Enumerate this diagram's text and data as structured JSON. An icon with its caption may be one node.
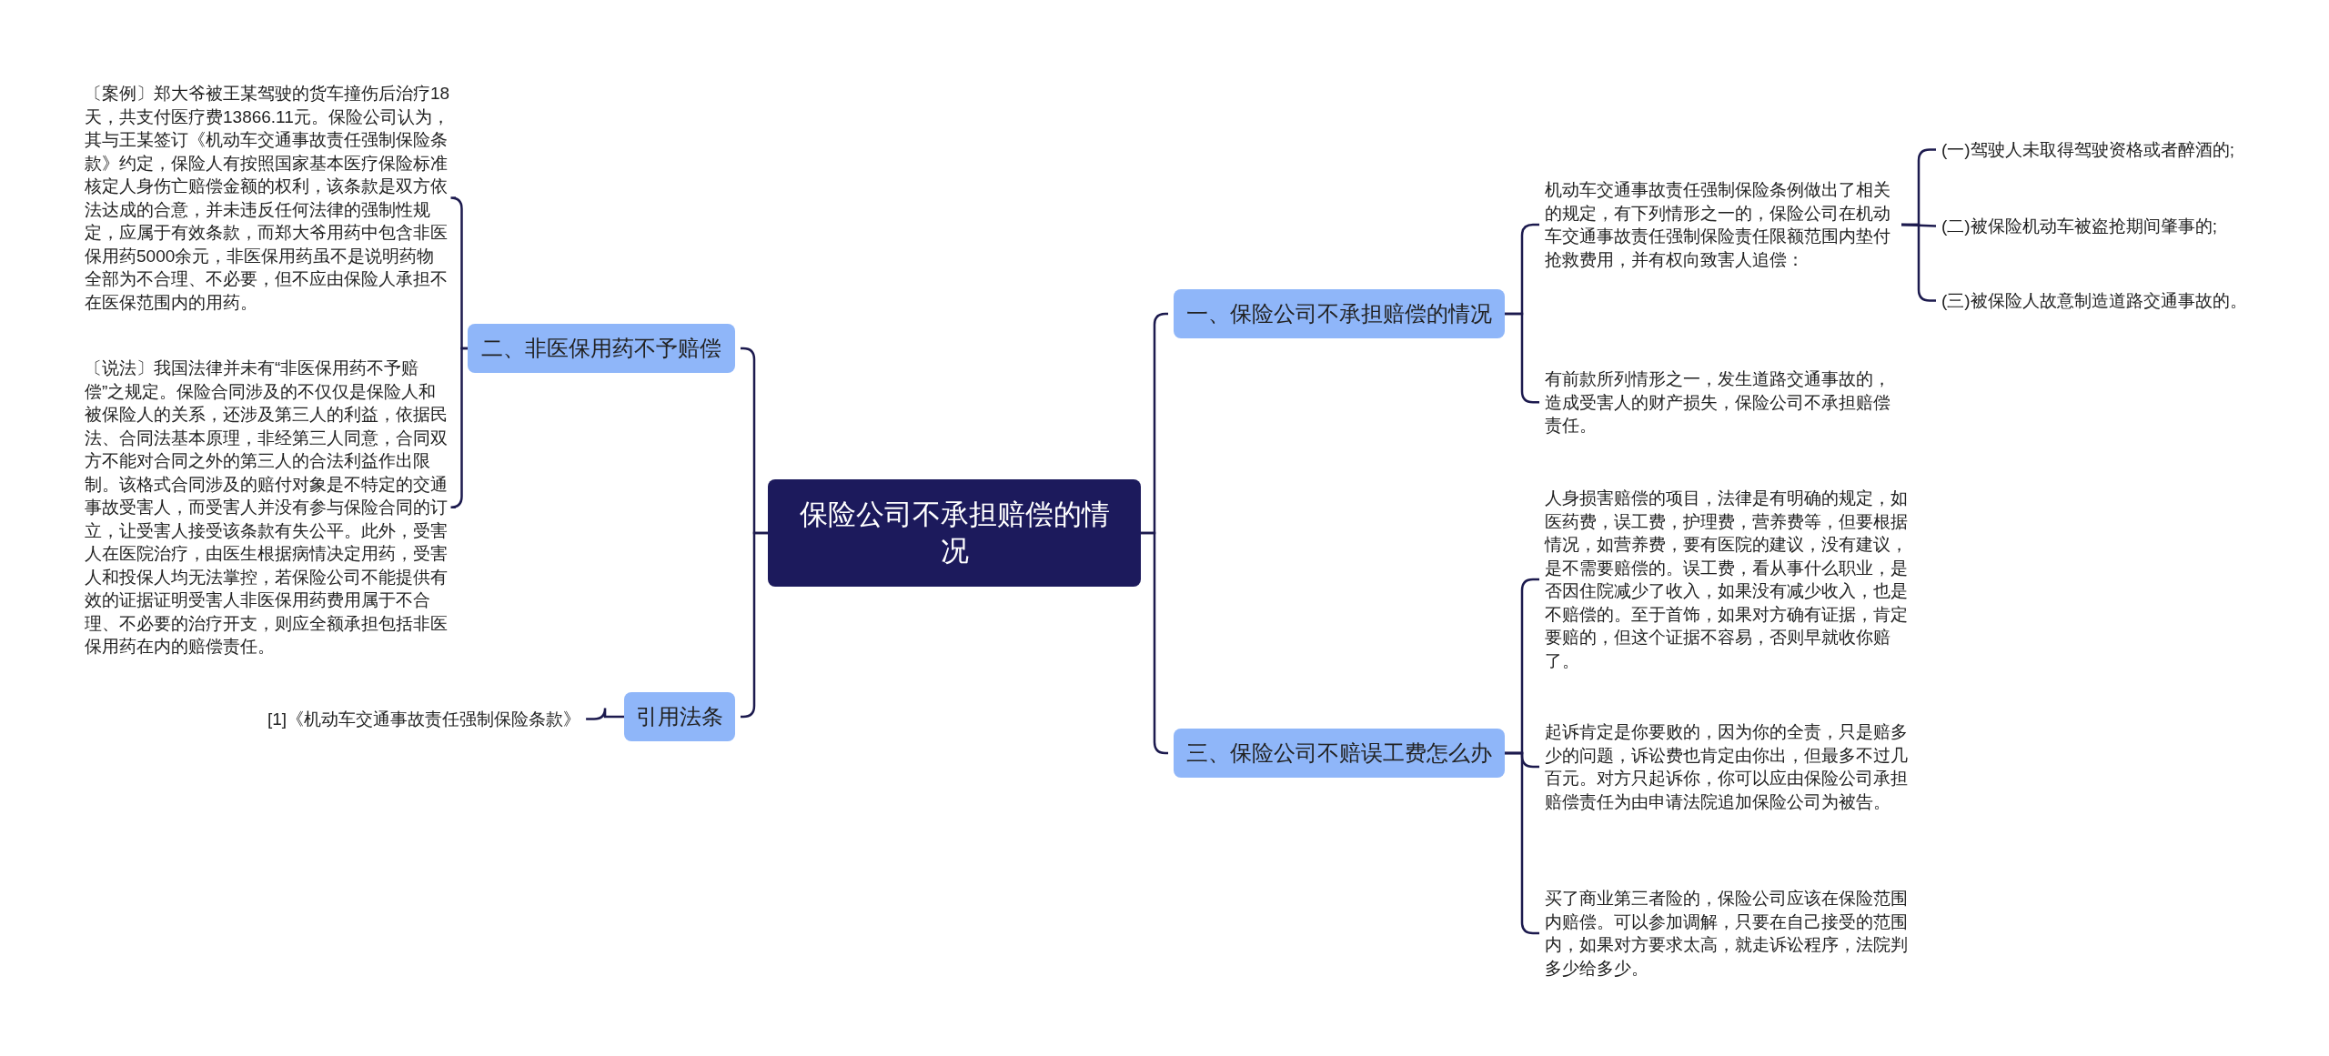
{
  "diagram": {
    "nodes": [
      {
        "text": [
          "保险公司不承担赔偿的情况"
        ]
      },
      {
        "text": [
          "一、保险公司不承担赔偿的情况"
        ]
      },
      {
        "text": [
          "机动车交通事故责任强制保险条例做出了相关的规定，有下列情形之一的，保险公司在机动车交通事故责任强制保险责任限额范围内垫付抢救费用，并有权向致害人追偿："
        ]
      },
      {
        "text": [
          "(一)驾驶人未取得驾驶资格或者醉酒的;"
        ]
      },
      {
        "text": [
          "(二)被保险机动车被盗抢期间肇事的;"
        ]
      },
      {
        "text": [
          "(三)被保险人故意制造道路交通事故的。"
        ]
      },
      {
        "text": [
          "有前款所列情形之一，发生道路交通事故的，造成受害人的财产损失，保险公司不承担赔偿责任。"
        ]
      },
      {
        "text": [
          "三、保险公司不赔误工费怎么办"
        ]
      },
      {
        "text": [
          "人身损害赔偿的项目，法律是有明确的规定，如医药费，误工费，护理费，营养费等，但要根据情况，如营养费，要有医院的建议，没有建议，是不需要赔偿的。误工费，看从事什么职业，是否因住院减少了收入，如果没有减少收入，也是不赔偿的。至于首饰，如果对方确有证据，肯定要赔的，但这个证据不容易，否则早就收你赔了。"
        ]
      },
      {
        "text": [
          "起诉肯定是你要败的，因为你的全责，只是赔多少的问题，诉讼费也肯定由你出，但最多不过几百元。对方只起诉你，你可以应由保险公司承担赔偿责任为由申请法院追加保险公司为被告。"
        ]
      },
      {
        "text": [
          "买了商业第三者险的，保险公司应该在保险范围内赔偿。可以参加调解，只要在自己接受的范围内，如果对方要求太高，就走诉讼程序，法院判多少给多少。"
        ]
      },
      {
        "text": [
          "二、非医保用药不予赔偿"
        ]
      },
      {
        "text": [
          "〔案例〕郑大爷被王某驾驶的货车撞伤后治疗18天，共支付医疗费13866.11元。保险公司认为，其与王某签订《机动车交通事故责任强制保险条款》约定，保险人有按照国家基本医疗保险标准核定人身伤亡赔偿金额的权利，该条款是双方依法达成的合意，并未违反任何法律的强制性规定，应属于有效条款，而郑大爷用药中包含非医保用药5000余元，非医保用药虽不是说明药物全部为不合理、不必要，但不应由保险人承担不在医保范围内的用药。"
        ]
      },
      {
        "text": [
          "〔说法〕我国法律并未有“非医保用药不予赔偿”之规定。保险合同涉及的不仅仅是保险人和被保险人的关系，还涉及第三人的利益，依据民法、合同法基本原理，非经第三人同意，合同双方不能对合同之外的第三人的合法利益作出限制。该格式合同涉及的赔付对象是不特定的交通事故受害人，而受害人并没有参与保险合同的订立，让受害人接受该条款有失公平。此外，受害人在医院治疗，由医生根据病情决定用药，受害人和投保人均无法掌控，若保险公司不能提供有效的证据证明受害人非医保用药费用属于不合理、不必要的治疗开支，则应全额承担包括非医保用药在内的赔偿责任。"
        ]
      },
      {
        "text": [
          "引用法条"
        ]
      },
      {
        "text": [
          "[1]《机动车交通事故责任强制保险条款》"
        ]
      }
    ],
    "edges": [
      {
        "from": 0,
        "to": 1,
        "arrow": "none"
      },
      {
        "from": 0,
        "to": 7,
        "arrow": "none"
      },
      {
        "from": 0,
        "to": 11,
        "arrow": "none"
      },
      {
        "from": 0,
        "to": 14,
        "arrow": "none"
      },
      {
        "from": 1,
        "to": 2,
        "arrow": "none"
      },
      {
        "from": 1,
        "to": 6,
        "arrow": "none"
      },
      {
        "from": 2,
        "to": 3,
        "arrow": "none"
      },
      {
        "from": 2,
        "to": 4,
        "arrow": "none"
      },
      {
        "from": 2,
        "to": 5,
        "arrow": "none"
      },
      {
        "from": 7,
        "to": 8,
        "arrow": "none"
      },
      {
        "from": 7,
        "to": 9,
        "arrow": "none"
      },
      {
        "from": 7,
        "to": 10,
        "arrow": "none"
      },
      {
        "from": 11,
        "to": 12,
        "arrow": "none"
      },
      {
        "from": 11,
        "to": 13,
        "arrow": "none"
      },
      {
        "from": 14,
        "to": 15,
        "arrow": "none"
      }
    ]
  }
}
